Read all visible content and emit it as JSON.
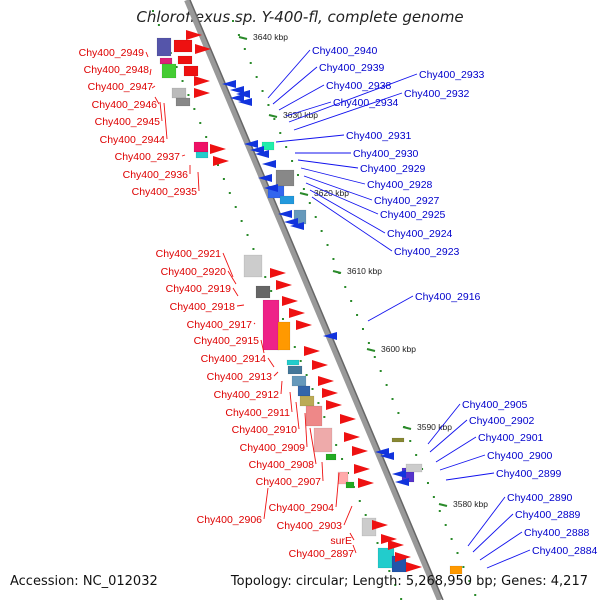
{
  "title": "Chloroflexus sp. Y-400-fl, complete genome",
  "footer": {
    "accession": "Accession: NC_012032",
    "topology": "Topology: circular; Length: 5,268,950 bp; Genes: 4,217"
  },
  "scale_labels": [
    "3640 kbp",
    "3630 kbp",
    "3620 kbp",
    "3610 kbp",
    "3600 kbp",
    "3590 kbp",
    "3580 kbp"
  ],
  "genes_left": [
    "Chy400_2949",
    "Chy400_2948",
    "Chy400_2947",
    "Chy400_2946",
    "Chy400_2945",
    "Chy400_2944",
    "Chy400_2937",
    "Chy400_2936",
    "Chy400_2935",
    "Chy400_2921",
    "Chy400_2920",
    "Chy400_2919",
    "Chy400_2918",
    "Chy400_2917",
    "Chy400_2915",
    "Chy400_2914",
    "Chy400_2913",
    "Chy400_2912",
    "Chy400_2911",
    "Chy400_2910",
    "Chy400_2909",
    "Chy400_2908",
    "Chy400_2907",
    "Chy400_2904",
    "Chy400_2906",
    "Chy400_2903",
    "surE",
    "Chy400_2897"
  ],
  "genes_right": [
    "Chy400_2940",
    "Chy400_2939",
    "Chy400_2938",
    "Chy400_2934",
    "Chy400_2933",
    "Chy400_2932",
    "Chy400_2931",
    "Chy400_2930",
    "Chy400_2929",
    "Chy400_2928",
    "Chy400_2927",
    "Chy400_2925",
    "Chy400_2924",
    "Chy400_2923",
    "Chy400_2916",
    "Chy400_2905",
    "Chy400_2902",
    "Chy400_2901",
    "Chy400_2900",
    "Chy400_2899",
    "Chy400_2890",
    "Chy400_2889",
    "Chy400_2888",
    "Chy400_2884"
  ],
  "colors": {
    "forward_label": "#dd0000",
    "reverse_label": "#0000cc",
    "backbone": "#888888",
    "scale_tick": "#2a8a2a"
  }
}
